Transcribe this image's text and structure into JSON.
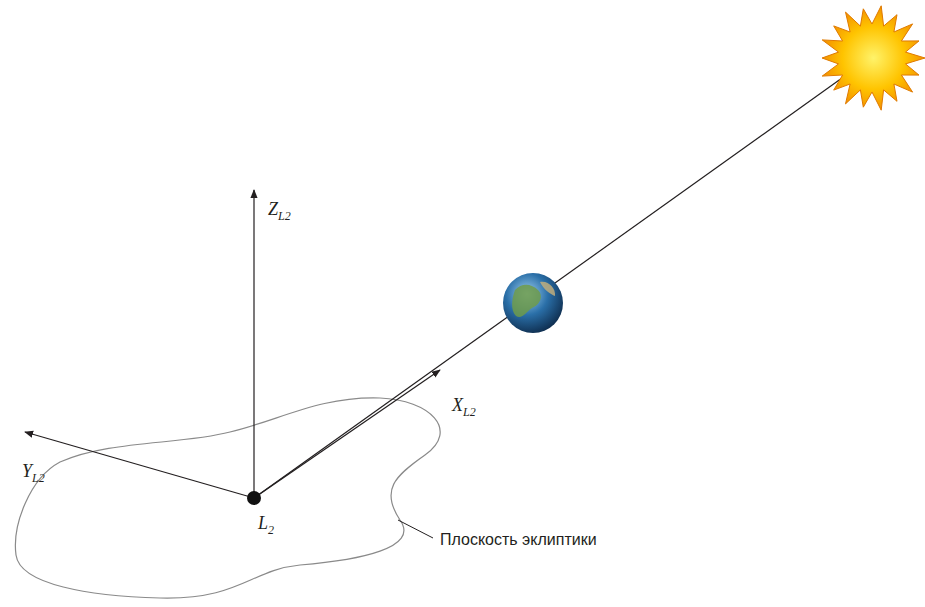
{
  "diagram": {
    "labels": [
      "Z",
      "L2",
      "Y",
      "L2",
      "X",
      "L2",
      "L",
      "2",
      "Плоскость эклиптики"
    ]
  }
}
